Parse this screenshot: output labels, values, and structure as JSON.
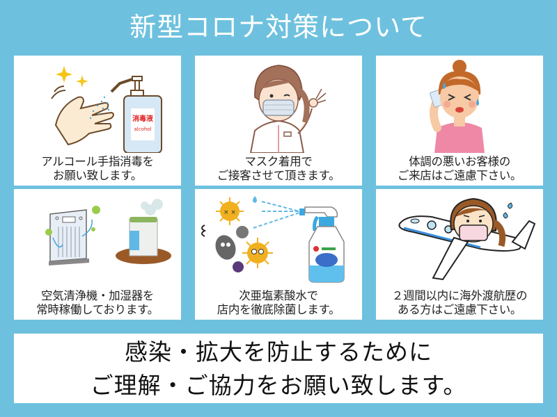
{
  "title": "新型コロナ対策について",
  "colors": {
    "background": "#6EC1DE",
    "card": "#FFFFFF",
    "text": "#222222",
    "title_text": "#FFFFFF"
  },
  "cards": [
    {
      "icon": "hand-sanitizer-icon",
      "caption_lines": [
        "アルコール手指消毒を",
        "お願い致します。"
      ],
      "bottle_label": {
        "kanji": "消毒液",
        "latin": "alcohol"
      }
    },
    {
      "icon": "masked-staff-icon",
      "caption_lines": [
        "マスク着用で",
        "ご接客させて頂きます。"
      ]
    },
    {
      "icon": "sick-person-icon",
      "caption_lines": [
        "体調の悪いお客様の",
        "ご来店はご遠慮下さい。"
      ]
    },
    {
      "icon": "air-purifier-humidifier-icon",
      "caption_lines": [
        "空気清浄機・加湿器を",
        "常時稼働しております。"
      ]
    },
    {
      "icon": "disinfectant-spray-icon",
      "caption_lines": [
        "次亜塩素酸水で",
        "店内を徹底除菌します。"
      ]
    },
    {
      "icon": "airplane-travel-icon",
      "caption_lines": [
        "２週間以内に海外渡航歴の",
        "ある方はご遠慮下さい。"
      ]
    }
  ],
  "banner": {
    "lines": [
      "感染・拡大を防止するために",
      "ご理解・ご協力をお願い致します。"
    ]
  }
}
